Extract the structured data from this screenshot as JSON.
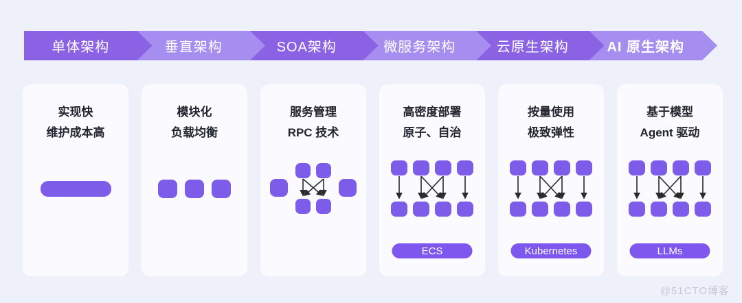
{
  "page": {
    "background": "#eef0fa",
    "watermark": "@51CTO博客"
  },
  "banner": {
    "colors": {
      "dark_segment": "#8a62e3",
      "light_segment": "#a68df0",
      "text": "#ffffff"
    },
    "stages": [
      {
        "label": "单体架构",
        "tone": "dark",
        "bold": false
      },
      {
        "label": "垂直架构",
        "tone": "light",
        "bold": false
      },
      {
        "label": "SOA架构",
        "tone": "dark",
        "bold": false
      },
      {
        "label": "微服务架构",
        "tone": "light",
        "bold": false
      },
      {
        "label": "云原生架构",
        "tone": "dark",
        "bold": false
      },
      {
        "label": "AI 原生架构",
        "tone": "light",
        "bold": true
      }
    ]
  },
  "cards": [
    {
      "line1": "实现快",
      "line2": "维护成本高",
      "diagram": "single-block",
      "badge": ""
    },
    {
      "line1": "模块化",
      "line2": "负载均衡",
      "diagram": "three-blocks",
      "badge": ""
    },
    {
      "line1": "服务管理",
      "line2": "RPC 技术",
      "diagram": "soa-topology",
      "badge": ""
    },
    {
      "line1": "高密度部署",
      "line2": "原子、自治",
      "diagram": "mesh-topology",
      "badge": "ECS"
    },
    {
      "line1": "按量使用",
      "line2": "极致弹性",
      "diagram": "mesh-topology",
      "badge": "Kubernetes"
    },
    {
      "line1": "基于模型",
      "line2": "Agent 驱动",
      "diagram": "mesh-topology",
      "badge": "LLMs"
    }
  ],
  "colors": {
    "block": "#7d5cea",
    "badge": "#7e57ee",
    "card_background": "#fafaff",
    "title_text": "#22242e",
    "arrow": "#2b2b2b"
  }
}
